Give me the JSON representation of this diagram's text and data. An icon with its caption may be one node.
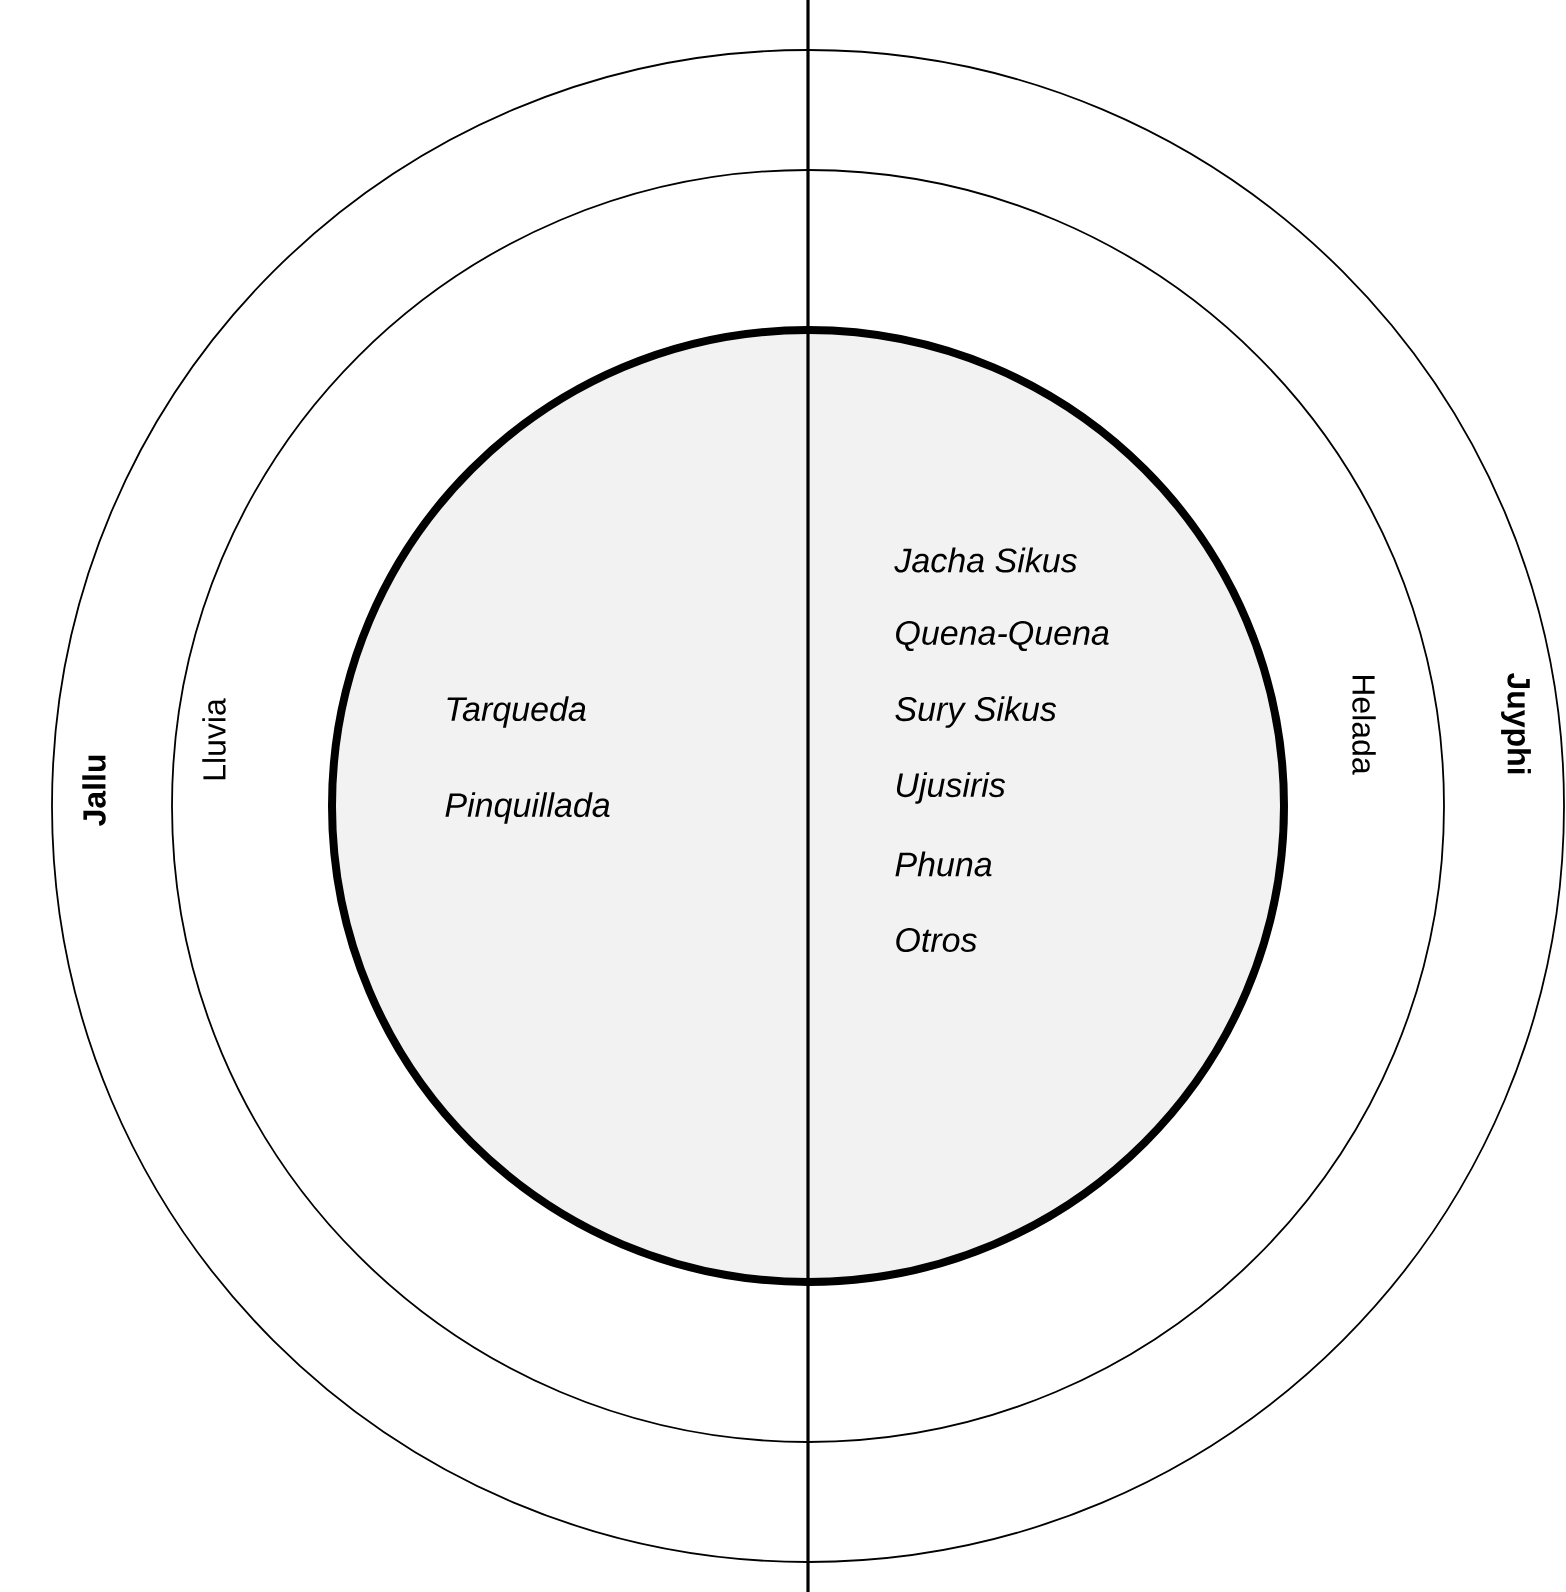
{
  "diagram": {
    "nodes": [
      {
        "text": [
          "Jallu",
          "Juyphi"
        ]
      },
      {
        "text": [
          "Lluvia",
          "Helada"
        ],
        "in": 0
      },
      {
        "text": [
          "Tarqueda",
          "Pinquillada",
          "Jacha Sikus",
          "Quena-Quena",
          "Sury Sikus",
          "Ujusiris",
          "Phuna",
          "Otros"
        ],
        "in": 1
      }
    ]
  }
}
